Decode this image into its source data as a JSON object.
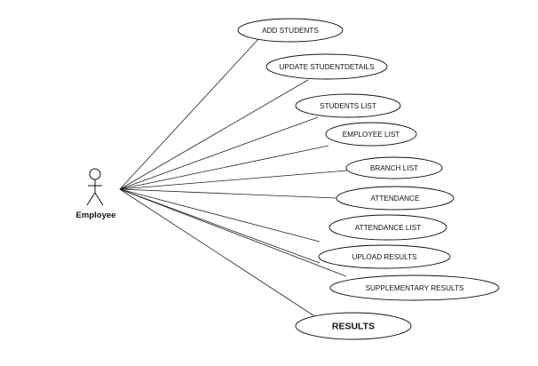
{
  "actor": {
    "name": "Employee"
  },
  "use_cases": [
    "ADD STUDENTS",
    "UPDATE STUDENTDETAILS",
    "STUDENTS LIST",
    "EMPLOYEE LIST",
    "BRANCH LIST",
    "ATTENDANCE",
    "ATTENDANCE LIST",
    "UPLOAD RESULTS",
    "SUPPLEMENTARY RESULTS",
    "RESULTS"
  ]
}
